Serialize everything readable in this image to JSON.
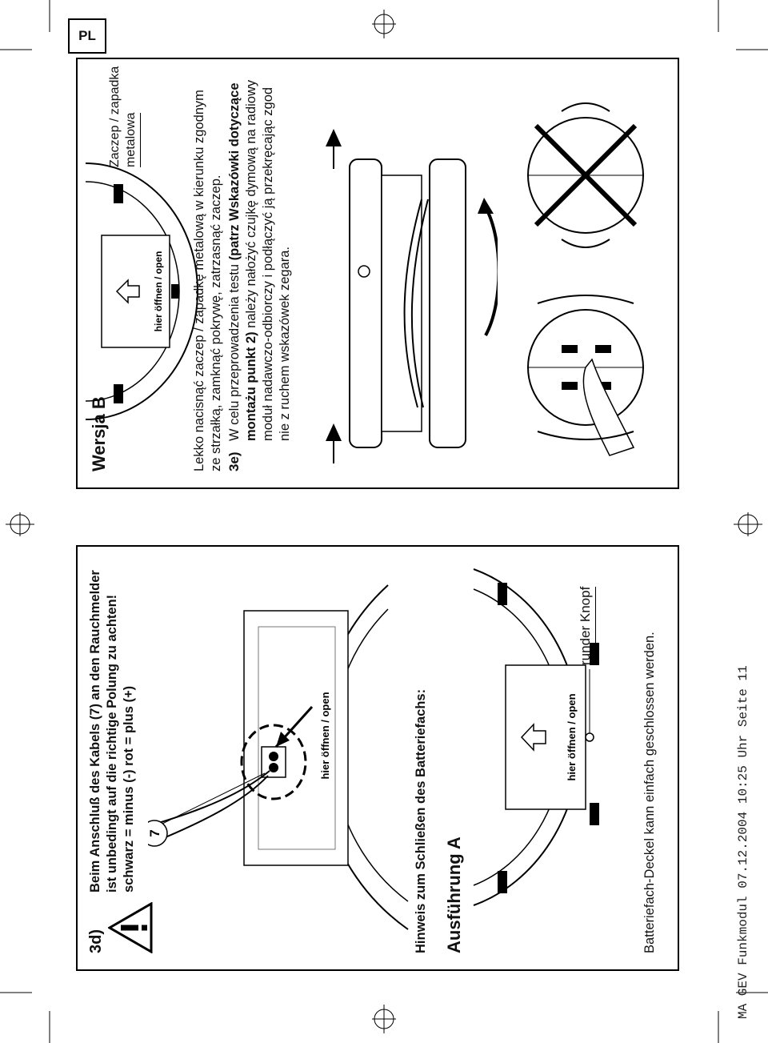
{
  "header": {
    "text": "MA GEV Funkmodul   07.12.2004   10:25 Uhr   Seite 11"
  },
  "left": {
    "step": "3d)",
    "warning_line1": "Beim Anschluß des Kabels (7) an den Rauchmelder",
    "warning_line2": "ist unbedingt auf die richtige Polung zu achten!",
    "warning_line3": "schwarz = minus (-)      rot = plus (+)",
    "callout_7": "7",
    "terminal_label": "hier öffnen / open",
    "hint_heading": "Hinweis zum Schließen des Batteriefachs:",
    "version_heading": "Ausführung A",
    "knob_callout": "runder Knopf",
    "compartment_label": "hier öffnen / open",
    "close_note": "Batteriefach-Deckel kann einfach geschlossen werden."
  },
  "right": {
    "version_heading": "Wersja B",
    "latch_callout_1": "Zaczep / zapadka",
    "latch_callout_2": "metalowa",
    "compartment_label": "hier öffnen / open",
    "text_line1": "Lekko nacisnąć zaczep / zapadkę metalową w kierunku zgodnym",
    "text_line2": "ze strzałką, zamknąć pokrywę, zatrzasnąć zaczep.",
    "step": "3e)",
    "step_line1_a": "W celu przeprowadzenia testu ",
    "step_line1_b": "(patrz Wskazówki dotyczące",
    "step_line2_a": "montażu punkt 2)",
    "step_line2_b": " należy nałożyć czujkę dymową na radiowy",
    "step_line3": "moduł nadawczo-odbiorczy i podłączyć ją przekręcając zgod",
    "step_line4": "nie z ruchem wskazówek zegara."
  },
  "badge": "PL"
}
